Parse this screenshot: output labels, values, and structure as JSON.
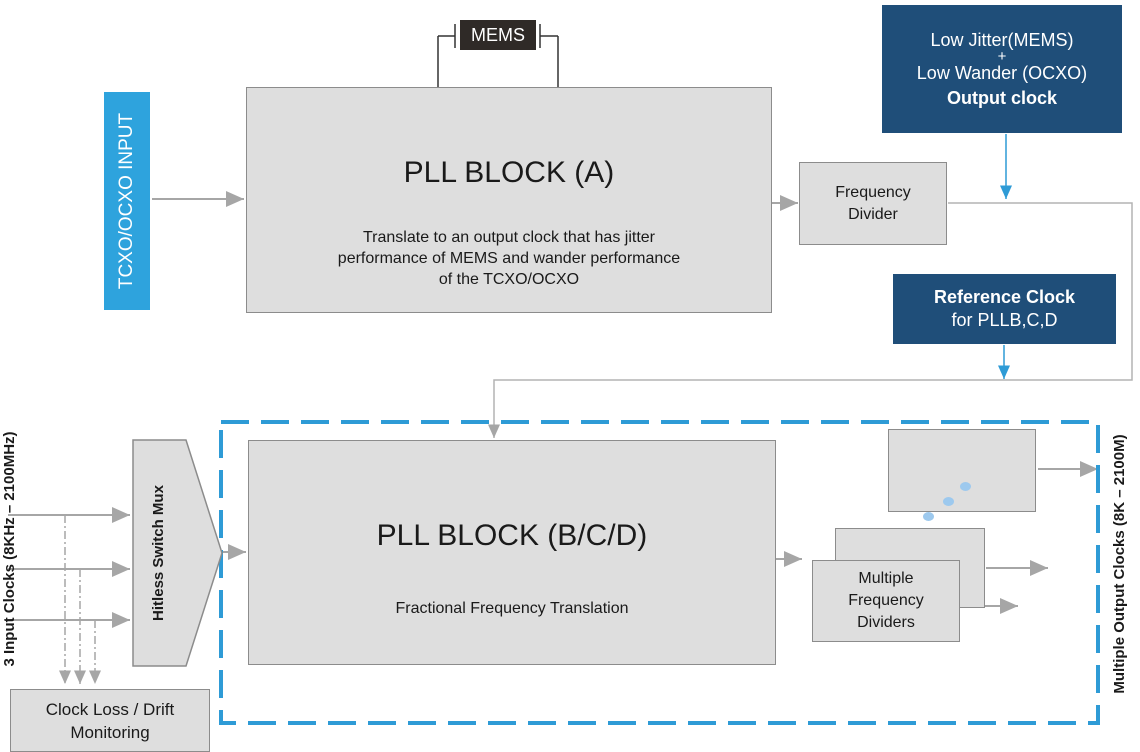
{
  "mems": {
    "label": "MEMS"
  },
  "input_bar": {
    "label": "TCXO/OCXO INPUT",
    "color": "#2ea3dd"
  },
  "pll_a": {
    "title": "PLL BLOCK (A)",
    "description_lines": [
      "Translate to an output clock that has jitter",
      "performance of MEMS and wander performance",
      "of the TCXO/OCXO"
    ]
  },
  "freq_divider": {
    "line1": "Frequency",
    "line2": "Divider"
  },
  "output_clock": {
    "line1": "Low Jitter(MEMS)",
    "line2": "+",
    "line3": "Low Wander (OCXO)",
    "line4": "Output clock",
    "color": "#1f4e79"
  },
  "reference_clock": {
    "line1": "Reference Clock",
    "line2": "for PLLB,C,D",
    "color": "#1f4e79"
  },
  "inputs_label": "3 Input Clocks (8KHz – 2100MHz)",
  "mux": {
    "label": "Hitless Switch Mux"
  },
  "pll_bcd": {
    "title": "PLL BLOCK (B/C/D)",
    "description": "Fractional Frequency Translation"
  },
  "multi_dividers": {
    "line1": "Multiple",
    "line2": "Frequency",
    "line3": "Dividers"
  },
  "monitor": {
    "line1": "Clock Loss / Drift",
    "line2": "Monitoring"
  },
  "outputs_label": "Multiple Output Clocks (8K – 2100M)",
  "colors": {
    "dashed_border": "#2e9bd6",
    "arrows": "#a6a6a6",
    "blue_arrows": "#2e9bd6",
    "dots": "#9dc9ee"
  }
}
